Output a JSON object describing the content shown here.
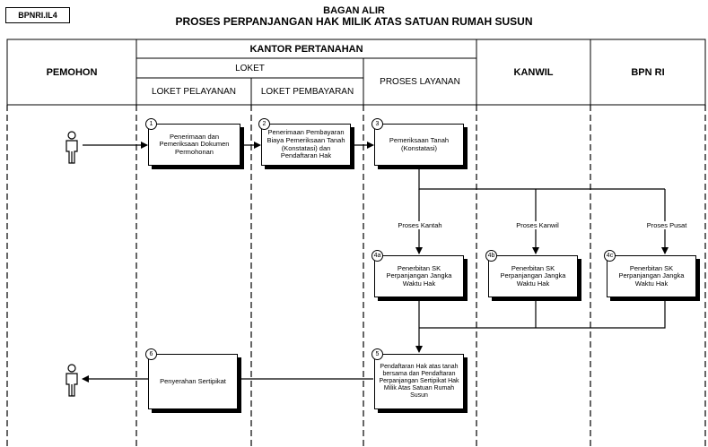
{
  "code": "BPNRI.IL4",
  "title_line1": "BAGAN ALIR",
  "title_line2": "PROSES PERPANJANGAN HAK MILIK ATAS SATUAN RUMAH SUSUN",
  "headers": {
    "pemohon": "PEMOHON",
    "kantor": "KANTOR PERTANAHAN",
    "loket": "LOKET",
    "loket_pelayanan": "LOKET PELAYANAN",
    "loket_pembayaran": "LOKET PEMBAYARAN",
    "proses_layanan": "PROSES LAYANAN",
    "kanwil": "KANWIL",
    "bpn_ri": "BPN RI"
  },
  "steps": {
    "s1": {
      "num": "1",
      "text": "Penerimaan dan Pemeriksaan Dokumen Permohonan"
    },
    "s2": {
      "num": "2",
      "text": "Penerimaan Pembayaran Biaya Pemeriksaan Tanah (Konstatasi) dan Pendaftaran Hak"
    },
    "s3": {
      "num": "3",
      "text": "Pemeriksaan Tanah (Konstatasi)"
    },
    "s4a": {
      "num": "4a",
      "text": "Penerbitan SK Perpanjangan Jangka Waktu Hak"
    },
    "s4b": {
      "num": "4b",
      "text": "Penerbitan SK Perpanjangan Jangka Waktu Hak"
    },
    "s4c": {
      "num": "4c",
      "text": "Penerbitan SK Perpanjangan Jangka Waktu Hak"
    },
    "s5": {
      "num": "5",
      "text": "Pendaftaran Hak atas tanah bersama dan Pendaftaran Perpanjangan Sertipikat Hak Milik Atas Satuan Rumah Susun"
    },
    "s6": {
      "num": "6",
      "text": "Penyerahan Sertipikat"
    }
  },
  "branch_labels": {
    "kantah": "Proses Kantah",
    "kanwil": "Proses Kanwil",
    "pusat": "Proses Pusat"
  }
}
